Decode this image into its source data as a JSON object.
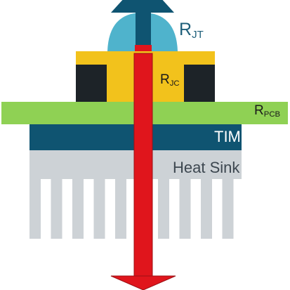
{
  "labels": {
    "rjt": {
      "main": "R",
      "sub": "JT"
    },
    "rjc": {
      "main": "R",
      "sub": "JC"
    },
    "rpcb": {
      "main": "R",
      "sub": "PCB"
    },
    "tim": "TIM",
    "heat_sink": "Heat Sink"
  },
  "colors": {
    "heat_sink": "#cdd2d6",
    "tim": "#0f5471",
    "pcb": "#8fd154",
    "package": "#f2c21c",
    "die_side": "#1d2328",
    "top_dome": "#4fb3cc",
    "top_arrow": "#0f5471",
    "heat_arrow": "#e0151c",
    "heat_arrow_edge": "#9c1015"
  }
}
